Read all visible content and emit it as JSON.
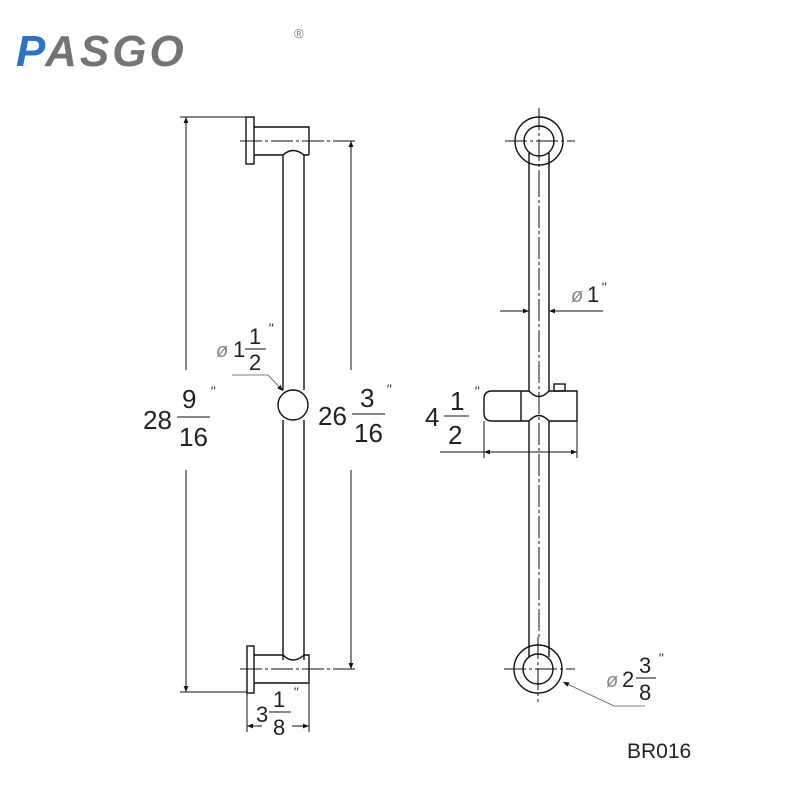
{
  "logo": {
    "text": "PASGO",
    "registered": "®",
    "colors": {
      "p": "#2a73c8",
      "rest": "#747474"
    }
  },
  "dimensions": {
    "overall_height": {
      "whole": "28",
      "num": "9",
      "den": "16",
      "unit": "\""
    },
    "mount_spacing": {
      "whole": "26",
      "num": "3",
      "den": "16",
      "unit": "\""
    },
    "knob_diameter": {
      "prefix": "ø",
      "whole": "1",
      "num": "1",
      "den": "2",
      "unit": "\""
    },
    "projection": {
      "whole": "3",
      "num": "1",
      "den": "8",
      "unit": "\""
    },
    "bar_diameter": {
      "prefix": "ø",
      "whole": "1",
      "unit": "\""
    },
    "slider_depth": {
      "whole": "4",
      "num": "1",
      "den": "2",
      "unit": "\""
    },
    "flange_diameter": {
      "prefix": "ø",
      "whole": "2",
      "num": "3",
      "den": "8",
      "unit": "\""
    }
  },
  "model_code": "BR016"
}
